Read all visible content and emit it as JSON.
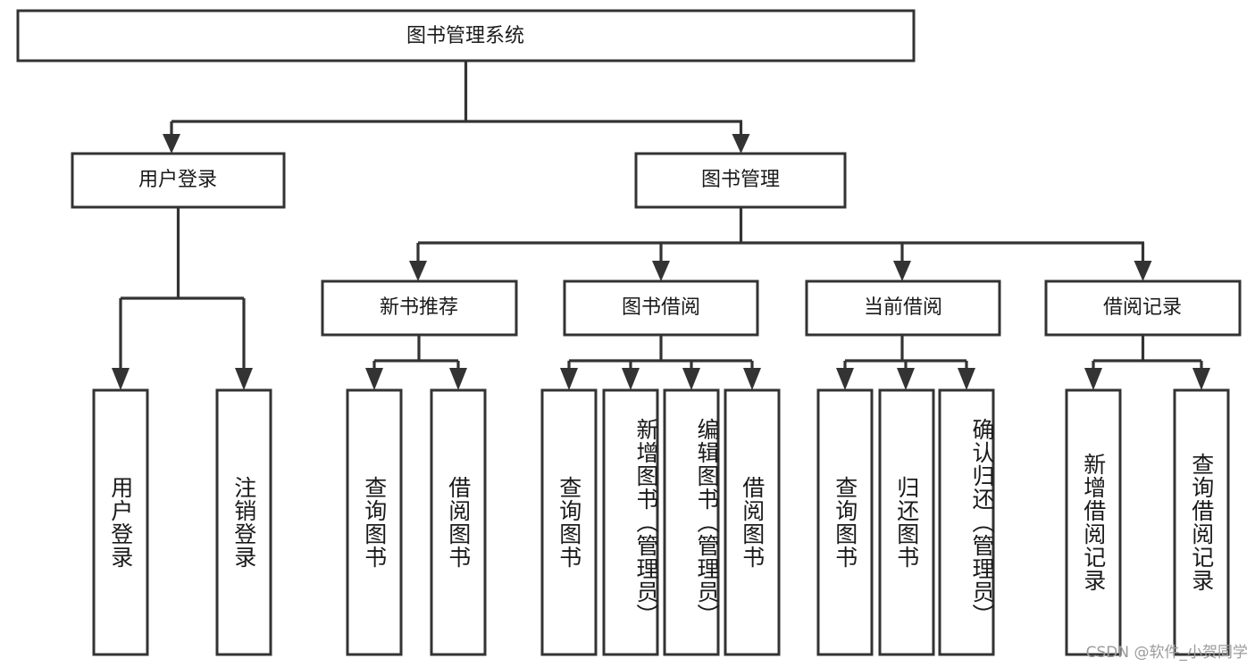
{
  "diagram": {
    "title_node": {
      "label": "图书管理系统"
    },
    "level1": [
      {
        "id": "user-login",
        "label": "用户登录"
      },
      {
        "id": "book-management",
        "label": "图书管理"
      }
    ],
    "level2": [
      {
        "id": "new-book-recommend",
        "label": "新书推荐",
        "parent": "book-management"
      },
      {
        "id": "book-borrow",
        "label": "图书借阅",
        "parent": "book-management"
      },
      {
        "id": "current-borrow",
        "label": "当前借阅",
        "parent": "book-management"
      },
      {
        "id": "borrow-record",
        "label": "借阅记录",
        "parent": "book-management"
      }
    ],
    "leaves": {
      "user-login": [
        {
          "id": "leaf-user-login",
          "label": "用户登录"
        },
        {
          "id": "leaf-logout-login",
          "label": "注销登录"
        }
      ],
      "new-book-recommend": [
        {
          "id": "leaf-query-book-1",
          "label": "查询图书"
        },
        {
          "id": "leaf-borrow-book-1",
          "label": "借阅图书"
        }
      ],
      "book-borrow": [
        {
          "id": "leaf-query-book-2",
          "label": "查询图书"
        },
        {
          "id": "leaf-add-book-admin",
          "label": "新增图书（管理员）"
        },
        {
          "id": "leaf-edit-book-admin",
          "label": "编辑图书（管理员）"
        },
        {
          "id": "leaf-borrow-book-2",
          "label": "借阅图书"
        }
      ],
      "current-borrow": [
        {
          "id": "leaf-query-book-3",
          "label": "查询图书"
        },
        {
          "id": "leaf-return-book",
          "label": "归还图书"
        },
        {
          "id": "leaf-confirm-return-admin",
          "label": "确认归还（管理员）"
        }
      ],
      "borrow-record": [
        {
          "id": "leaf-add-borrow-record",
          "label": "新增借阅记录"
        },
        {
          "id": "leaf-query-borrow-record",
          "label": "查询借阅记录"
        }
      ]
    }
  },
  "watermark": {
    "text": "CSDN @软件_小贺同学"
  },
  "colors": {
    "stroke": "#333333",
    "box_fill": "#ffffff",
    "text": "#1a1a1a",
    "watermark": "#9b9b9b",
    "background": "#ffffff"
  }
}
